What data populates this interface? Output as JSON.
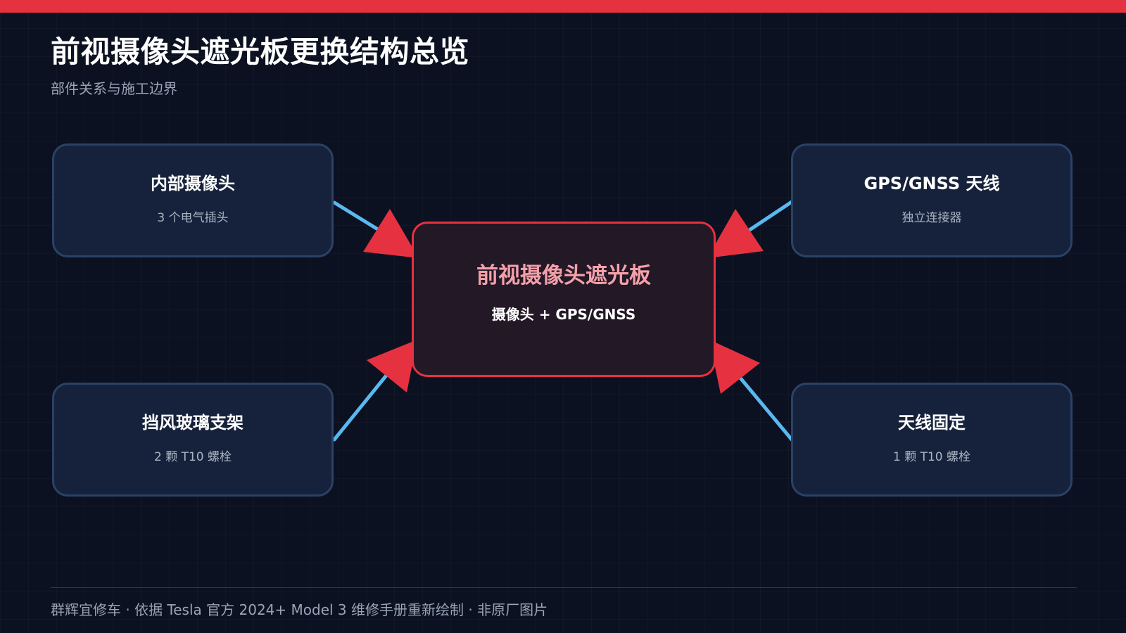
{
  "header": {
    "title": "前视摄像头遮光板更换结构总览",
    "subtitle": "部件关系与施工边界"
  },
  "center_node": {
    "title": "前视摄像头遮光板",
    "subtitle": "摄像头 + GPS/GNSS"
  },
  "nodes": [
    {
      "title": "内部摄像头",
      "subtitle": "3 个电气插头"
    },
    {
      "title": "GPS/GNSS 天线",
      "subtitle": "独立连接器"
    },
    {
      "title": "挡风玻璃支架",
      "subtitle": "2 颗 T10 螺栓"
    },
    {
      "title": "天线固定",
      "subtitle": "1 颗 T10 螺栓"
    }
  ],
  "footer": {
    "text": "群辉宜修车 · 依据 Tesla 官方 2024+ Model 3 维修手册重新绘制 · 非原厂图片"
  },
  "colors": {
    "accent": "#e63141",
    "connector": "#5ab8f0",
    "background": "#0b1120",
    "node_fill": "#16223b",
    "node_border": "#2b4266",
    "center_fill": "#231826",
    "center_title": "#f4a0aa"
  }
}
